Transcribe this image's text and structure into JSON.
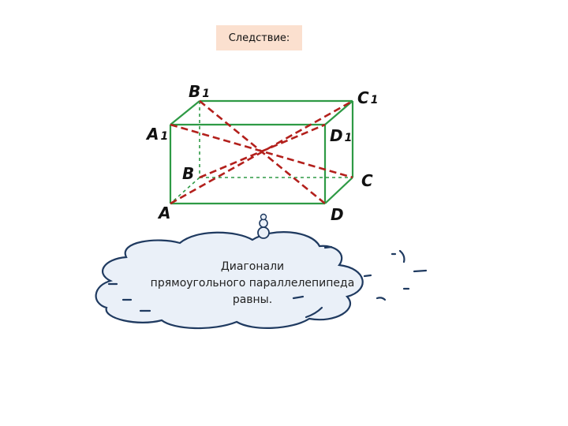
{
  "title": "Следствие:",
  "vertices": {
    "A": {
      "letter": "A",
      "index": ""
    },
    "B": {
      "letter": "B",
      "index": ""
    },
    "C": {
      "letter": "C",
      "index": ""
    },
    "D": {
      "letter": "D",
      "index": ""
    },
    "A1": {
      "letter": "A",
      "index": "1"
    },
    "B1": {
      "letter": "B",
      "index": "1"
    },
    "C1": {
      "letter": "C",
      "index": "1"
    },
    "D1": {
      "letter": "D",
      "index": "1"
    }
  },
  "callout": {
    "line1": "Диагонали",
    "line2": "прямоугольного параллелепипеда",
    "line3": "равны."
  },
  "colors": {
    "edge": "#2e9a45",
    "hidden_edge": "#2e9a45",
    "diagonal": "#b3201c",
    "title_bg": "#fbe0cf",
    "cloud_fill": "#eaf0f8",
    "cloud_stroke": "#1f3a60"
  }
}
